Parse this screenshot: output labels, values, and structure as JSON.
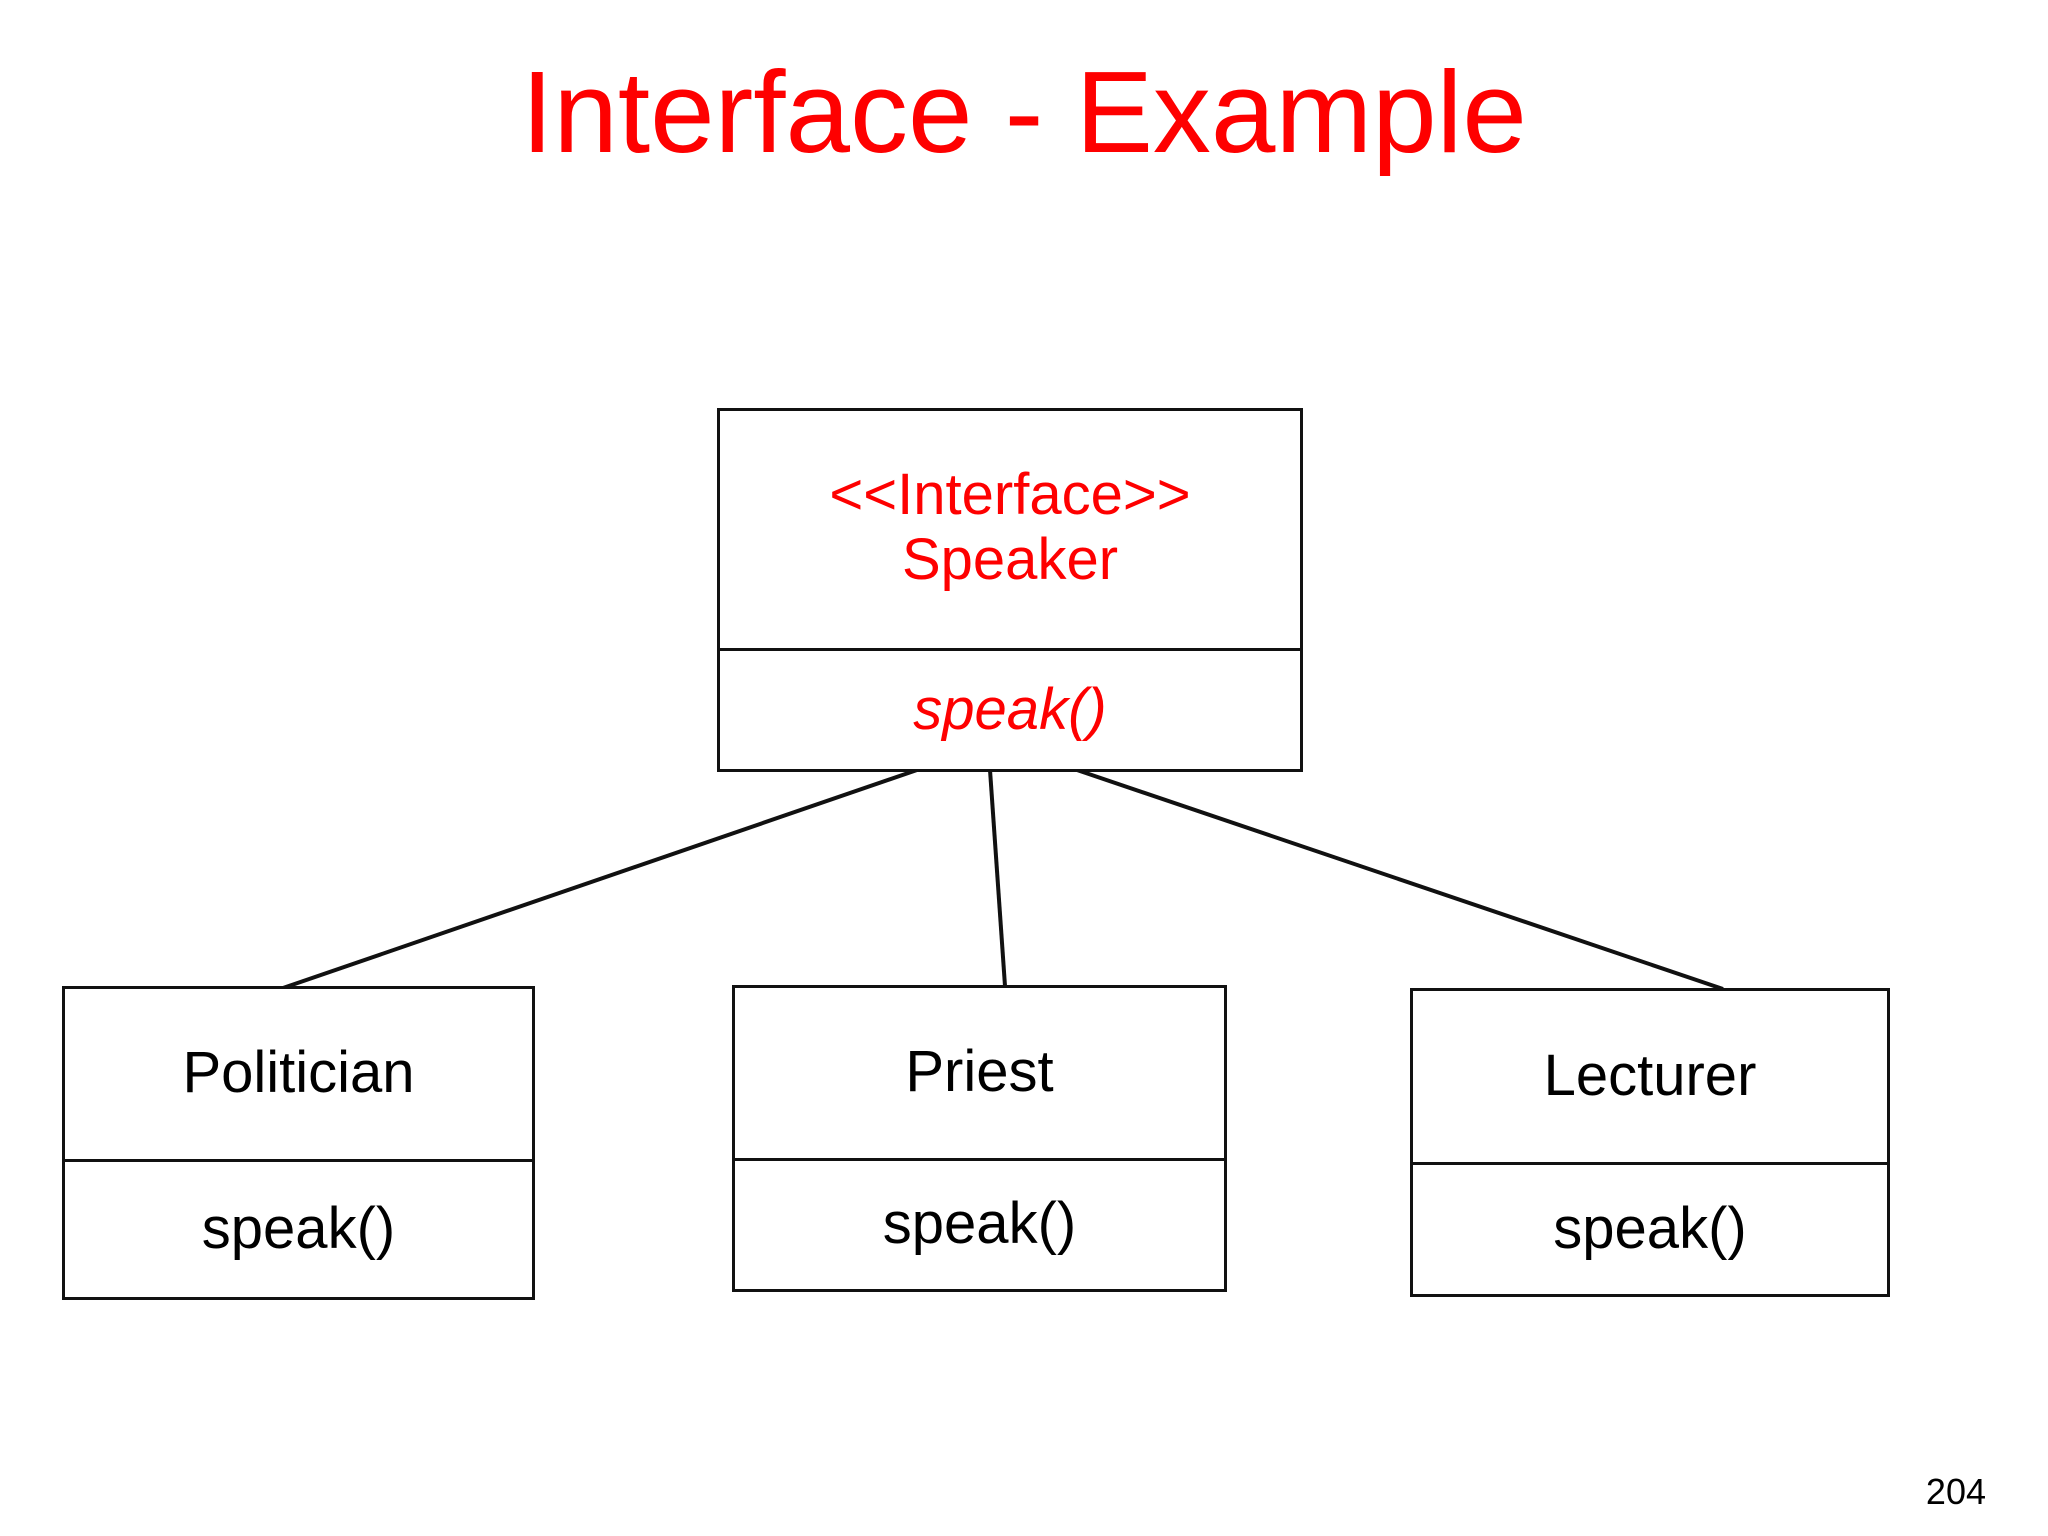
{
  "slide": {
    "title": "Interface - Example",
    "page_number": "204",
    "title_color": "#fe0000",
    "line_color": "#111111",
    "background_color": "#ffffff"
  },
  "diagram": {
    "type": "uml-class-diagram",
    "relationship": "realization",
    "interface": {
      "stereotype": "<<Interface>>",
      "name": "Speaker",
      "operations": [
        "speak()"
      ],
      "text_color": "#fe0000",
      "operations_italic": true
    },
    "classes": [
      {
        "name": "Politician",
        "operations": [
          "speak()"
        ],
        "text_color": "#000000"
      },
      {
        "name": "Priest",
        "operations": [
          "speak()"
        ],
        "text_color": "#000000"
      },
      {
        "name": "Lecturer",
        "operations": [
          "speak()"
        ],
        "text_color": "#000000"
      }
    ]
  }
}
